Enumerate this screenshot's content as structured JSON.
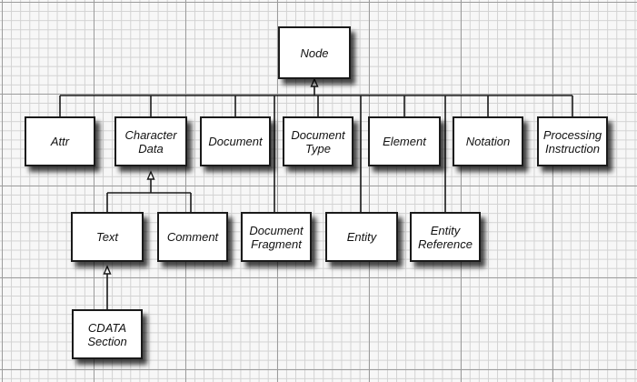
{
  "diagram": {
    "nodes": {
      "node": "Node",
      "attr": "Attr",
      "character_data": "Character\nData",
      "document": "Document",
      "document_type": "Document\nType",
      "element": "Element",
      "notation": "Notation",
      "processing_instruction": "Processing\nInstruction",
      "text": "Text",
      "comment": "Comment",
      "document_fragment": "Document\nFragment",
      "entity": "Entity",
      "entity_reference": "Entity\nReference",
      "cdata_section": "CDATA\nSection"
    },
    "edges": [
      {
        "child": "attr",
        "parent": "node"
      },
      {
        "child": "character_data",
        "parent": "node"
      },
      {
        "child": "document",
        "parent": "node"
      },
      {
        "child": "document_type",
        "parent": "node"
      },
      {
        "child": "element",
        "parent": "node"
      },
      {
        "child": "notation",
        "parent": "node"
      },
      {
        "child": "processing_instruction",
        "parent": "node"
      },
      {
        "child": "document_fragment",
        "parent": "node"
      },
      {
        "child": "entity",
        "parent": "node"
      },
      {
        "child": "entity_reference",
        "parent": "node"
      },
      {
        "child": "text",
        "parent": "character_data"
      },
      {
        "child": "comment",
        "parent": "character_data"
      },
      {
        "child": "cdata_section",
        "parent": "text"
      }
    ]
  }
}
